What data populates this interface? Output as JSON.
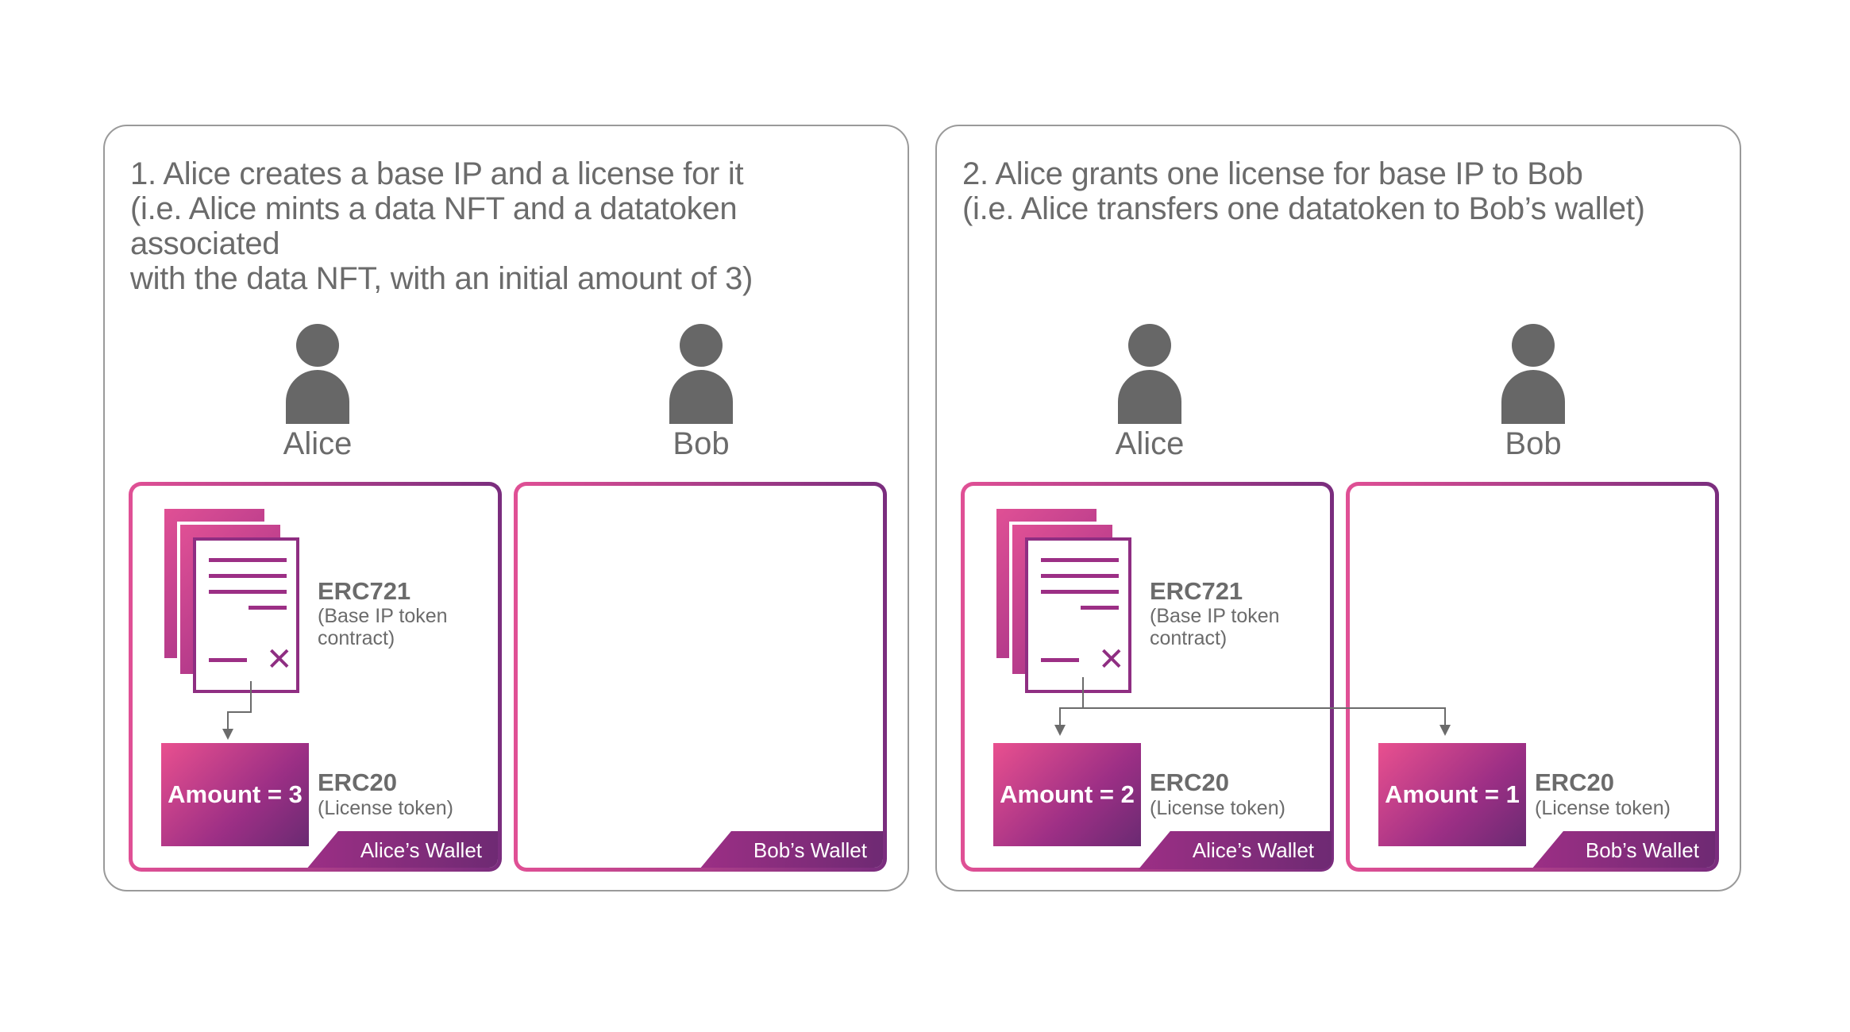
{
  "panels": [
    {
      "title": "1. Alice creates a base IP and a license for it\n(i.e. Alice mints a data NFT and a datatoken associated\nwith the data NFT, with an initial amount of 3)",
      "people": [
        "Alice",
        "Bob"
      ],
      "alice_wallet": {
        "label": "Alice’s Wallet",
        "erc721_title": "ERC721",
        "erc721_sub": "(Base IP token\ncontract)",
        "amount": "Amount = 3",
        "erc20_title": "ERC20",
        "erc20_sub": "(License token)"
      },
      "bob_wallet": {
        "label": "Bob’s Wallet"
      }
    },
    {
      "title": "2. Alice grants one license for base IP to Bob\n(i.e. Alice transfers one datatoken to Bob’s wallet)",
      "people": [
        "Alice",
        "Bob"
      ],
      "alice_wallet": {
        "label": "Alice’s Wallet",
        "erc721_title": "ERC721",
        "erc721_sub": "(Base IP token\ncontract)",
        "amount": "Amount = 2",
        "erc20_title": "ERC20",
        "erc20_sub": "(License token)"
      },
      "bob_wallet": {
        "label": "Bob’s Wallet",
        "amount": "Amount = 1",
        "erc20_title": "ERC20",
        "erc20_sub": "(License token)"
      }
    }
  ],
  "colors": {
    "accent_pink": "#e05095",
    "accent_purple": "#7a2d7e",
    "gray": "#676767"
  }
}
